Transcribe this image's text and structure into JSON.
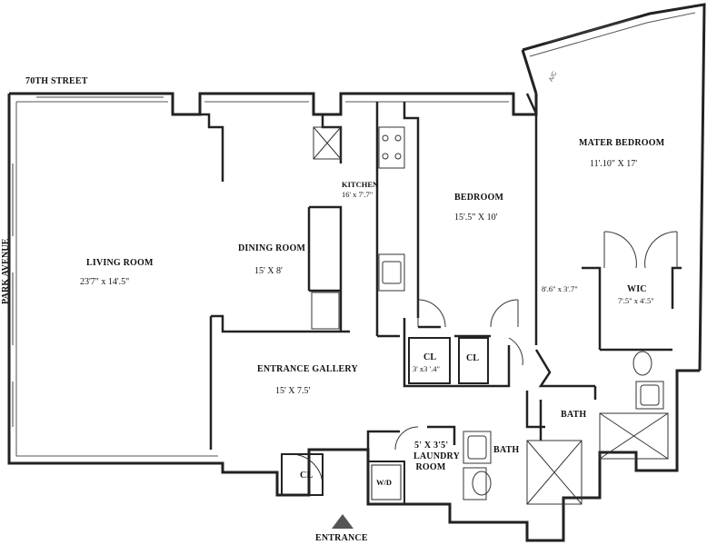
{
  "streets": {
    "north": "70TH STREET",
    "west": "PARK AVENUE"
  },
  "entrance": "ENTRANCE",
  "rooms": {
    "living": {
      "name": "LIVING ROOM",
      "dims": "23'7\" x 14'.5\""
    },
    "dining": {
      "name": "DINING ROOM",
      "dims": "15' X 8'"
    },
    "kitchen": {
      "name": "KITCHEN",
      "dims": "16' x 7'.7\""
    },
    "bedroom": {
      "name": "BEDROOM",
      "dims": "15'.5\" X 10'"
    },
    "master": {
      "name": "MATER BEDROOM",
      "dims": "11'.10\" X 17'"
    },
    "wic": {
      "name": "WIC",
      "dims": "7'.5\" x 4'.5\""
    },
    "hall": {
      "dims": "8'.6\" x 3'.7\""
    },
    "gallery": {
      "name": "ENTRANCE GALLERY",
      "dims": "15' X 7.5'"
    },
    "cl1": {
      "name": "CL",
      "dims": "3' x3 '.4\""
    },
    "cl2": {
      "name": "CL"
    },
    "cl3": {
      "name": "CL"
    },
    "bath1": {
      "name": "BATH"
    },
    "bath2": {
      "name": "BATH"
    },
    "laundry": {
      "dims": "5' X 3'5'",
      "name": "LAUNDRY ROOM"
    },
    "wd": {
      "name": "W/D"
    },
    "ac": {
      "name": "A/C"
    }
  }
}
